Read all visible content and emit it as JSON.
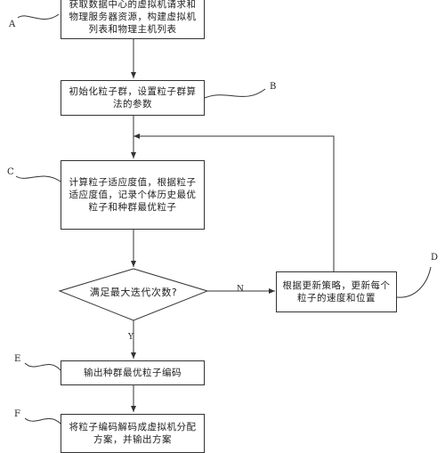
{
  "steps": {
    "a": "获取数据中心的虚拟机请求和物理服务器资源，构建虚拟机列表和物理主机列表",
    "b": "初始化粒子群，设置粒子群算法的参数",
    "c": "计算粒子适应度值，根据粒子适应度值，记录个体历史最优粒子和种群最优粒子",
    "decision": "满足最大迭代次数?",
    "d": "根据更新策略，更新每个粒子的速度和位置",
    "e": "输出种群最优粒子编码",
    "f": "将粒子编码解码成虚拟机分配方案，并输出方案"
  },
  "tags": {
    "a": "A",
    "b": "B",
    "c": "C",
    "d": "D",
    "e": "E",
    "f": "F"
  },
  "branches": {
    "no": "N",
    "yes": "Y"
  },
  "colors": {
    "line": "#333333",
    "box_border": "#333333"
  }
}
